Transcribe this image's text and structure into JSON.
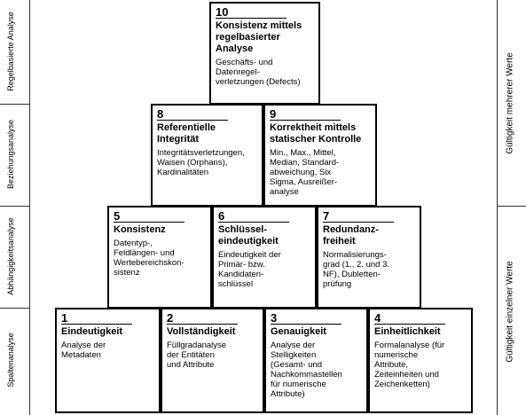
{
  "left_labels": [
    "Regelbasierte Analyse",
    "Beziehungsanalyse",
    "Abhängigkeitsanalyse",
    "Spaltenanalyse"
  ],
  "right_labels": [
    "Gültigkeit mehrerer Werte",
    "Gültigkeit einzelner Werte"
  ],
  "boxes": [
    {
      "num": "10",
      "title": "Konsistenz mittels\nregelbasierter\nAnalyse",
      "desc": "Geschäfts- und\nDatenregel-\nverletzungen (Defects)"
    },
    {
      "num": "8",
      "title": "Referentielle\nIntegrität",
      "desc": "Integritätsverletzungen,\nWaisen (Orphans),\nKardinalitäten"
    },
    {
      "num": "9",
      "title": "Korrektheit mittels\nstatischer Kontrolle",
      "desc": "Min., Max., Mittel,\nMedian, Standard-\nabweichung, Six\nSigma, Ausreißer-\nanalyse"
    },
    {
      "num": "5",
      "title": "Konsistenz",
      "desc": "Datentyp-,\nFeldlängen- und\nWertebereichskon-\nsistenz"
    },
    {
      "num": "6",
      "title": "Schlüssel-\neindeutigkeit",
      "desc": "Eindeutigkeit der\nPrimär- bzw.\nKandidaten-\nschlüssel"
    },
    {
      "num": "7",
      "title": "Redundanz-\nfreiheit",
      "desc": "Normalisierungs-\ngrad (1., 2. und 3.\nNF), Dubletten-\nprüfung"
    },
    {
      "num": "1",
      "title": "Eindeutigkeit",
      "desc": "Analyse der\nMetadaten"
    },
    {
      "num": "2",
      "title": "Vollständigkeit",
      "desc": "Füllgradanalyse\nder Entitäten\nund Attribute"
    },
    {
      "num": "3",
      "title": "Genauigkeit",
      "desc": "Analyse der\nStelligkeiten\n(Gesamt- und\nNachkommastellen\nfür numerische\nAttribute)"
    },
    {
      "num": "4",
      "title": "Einheitlichkeit",
      "desc": "Formalanalyse (für\nnumerische\nAttribute,\nZeiteinheiten und\nZeichenketten)"
    }
  ]
}
